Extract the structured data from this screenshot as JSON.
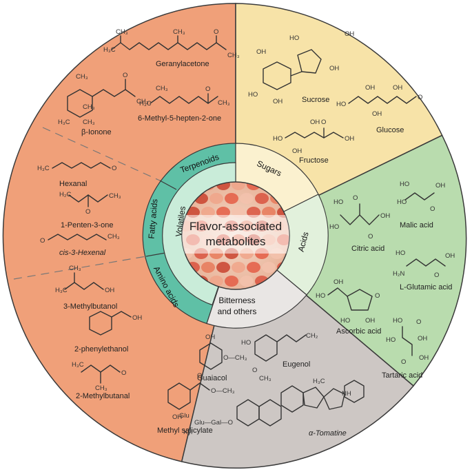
{
  "center": {
    "line1": "Flavor-associated",
    "line2": "metabolites"
  },
  "sectors": {
    "sugars": "Sugars",
    "acids": "Acids",
    "bitterness_line1": "Bitterness",
    "bitterness_line2": "and others",
    "volatiles": "Volatiles",
    "terpenoids": "Terpenoids",
    "fatty_acids": "Fatty acids",
    "amino_acids": "Amino acids"
  },
  "compounds": {
    "geranylacetone": "Geranylacetone",
    "beta_ionone": "β-Ionone",
    "methylheptenone": "6-Methyl-5-hepten-2-one",
    "hexanal": "Hexanal",
    "pentenone": "1-Penten-3-one",
    "hexenal": "cis-3-Hexenal",
    "methylbutanol": "3-Methylbutanol",
    "phenylethanol": "2-phenylethanol",
    "methylbutanal": "2-Methylbutanal",
    "sucrose": "Sucrose",
    "glucose": "Glucose",
    "fructose": "Fructose",
    "citric": "Citric acid",
    "malic": "Malic acid",
    "glutamic": "L-Glutamic acid",
    "ascorbic": "Ascorbic acid",
    "tartaric": "Tartaric acid",
    "guaiacol": "Guaiacol",
    "eugenol": "Eugenol",
    "methyl_salicylate": "Methyl salicylate",
    "tomatine": "α-Tomatine"
  },
  "colors": {
    "volatiles_outer": "#f0a079",
    "sugars": "#f7e3a8",
    "acids": "#b9dcae",
    "bitterness": "#cdc7c4",
    "inner_volatiles_teal": "#5fc0a6",
    "inner_volatiles_light": "#c9ecd9",
    "inner_sugars": "#fbf1cf",
    "inner_acids": "#e2f1dc",
    "inner_bitterness": "#e9e6e4",
    "ring_border": "#3a3a3a"
  }
}
